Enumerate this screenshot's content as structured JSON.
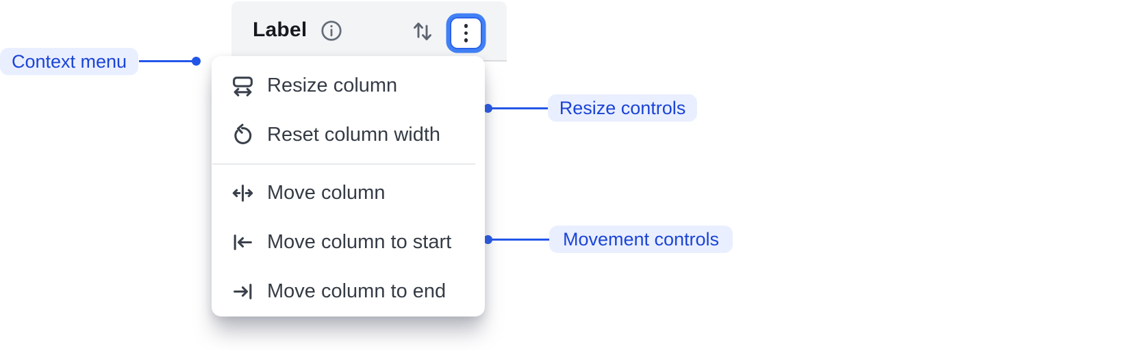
{
  "header": {
    "label": "Label",
    "icons": [
      "info-icon",
      "sort-arrows-icon",
      "kebab-menu-icon"
    ]
  },
  "menu": {
    "items": [
      {
        "label": "Resize column",
        "icon": "resize-horizontal-icon",
        "group": "resize"
      },
      {
        "label": "Reset column width",
        "icon": "reset-width-icon",
        "group": "resize"
      },
      {
        "label": "Move column",
        "icon": "move-column-icon",
        "group": "movement"
      },
      {
        "label": "Move column to start",
        "icon": "move-to-start-icon",
        "group": "movement"
      },
      {
        "label": "Move column to end",
        "icon": "move-to-end-icon",
        "group": "movement"
      }
    ]
  },
  "annotations": {
    "context_menu": {
      "label": "Context menu"
    },
    "resize_controls": {
      "label": "Resize controls"
    },
    "movement_controls": {
      "label": "Movement controls"
    }
  },
  "colors": {
    "annotation_text": "#1b44d6",
    "annotation_bg": "#e9efff",
    "connector_blue": "#2256e8",
    "focus_ring_blue": "#4180f5",
    "header_bg": "#f3f4f6",
    "menu_text": "#353b45",
    "icon_gray": "#3a414c"
  }
}
